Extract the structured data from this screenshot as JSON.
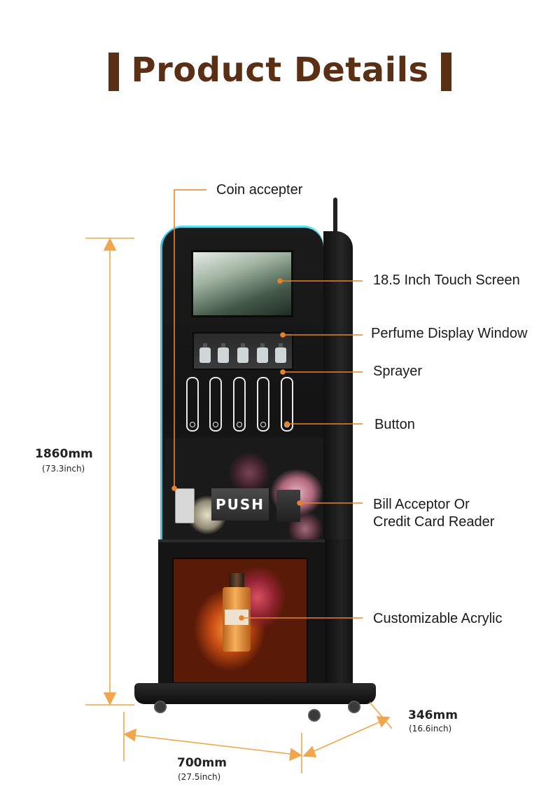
{
  "title": "Product Details",
  "callouts": {
    "coin": "Coin accepter",
    "screen": "18.5 Inch Touch Screen",
    "display": "Perfume Display Window",
    "sprayer": "Sprayer",
    "button": "Button",
    "bill_line1": "Bill Acceptor Or",
    "bill_line2": "Credit Card Reader",
    "acrylic": "Customizable Acrylic"
  },
  "push_label": "PUSH",
  "dimensions": {
    "height_main": "1860mm",
    "height_sub": "(73.3inch)",
    "width_main": "700mm",
    "width_sub": "(27.5inch)",
    "depth_main": "346mm",
    "depth_sub": "(16.6inch)"
  },
  "colors": {
    "title": "#5b2f14",
    "dimension_lines": "#f2a54a",
    "callout_lines": "#e8832a",
    "accent_glow": "#37c8e8"
  }
}
